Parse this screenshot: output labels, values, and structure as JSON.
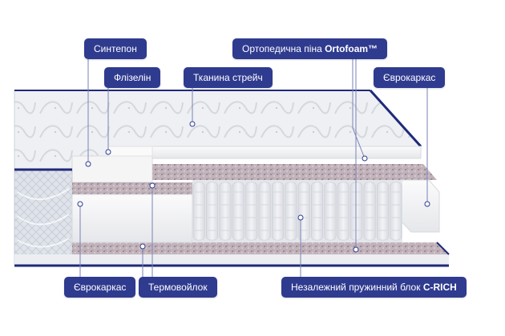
{
  "labels": {
    "sintepon": "Синтепон",
    "flizelin": "Флізелін",
    "tkanyna": "Тканина стрейч",
    "ortofoam_prefix": "Ортопедична піна ",
    "ortofoam_brand": "Ortofoam™",
    "evrokarkas_right": "Єврокаркас",
    "evrokarkas_left": "Єврокаркас",
    "termovoilok": "Термовойлок",
    "spring_prefix": "Незалежний пружинний блок ",
    "spring_brand": "C-RICH"
  },
  "colors": {
    "label_bg": "#2f3b8f",
    "piping": "#1f2a7a",
    "fabric": "#eef0f3",
    "felt": "#b9a7b0",
    "foam": "#f4f4f5",
    "spring_cover": "#e9eaee"
  }
}
